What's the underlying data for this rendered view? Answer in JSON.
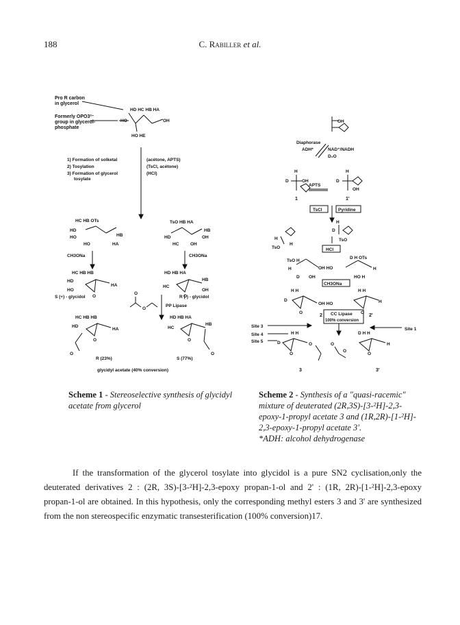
{
  "page_number": "188",
  "running_header": {
    "author": "C. Rabiller",
    "etal": "et al."
  },
  "scheme1": {
    "labels": {
      "pro_r": [
        "Pro R carbon",
        "in glycerol"
      ],
      "formerly": [
        "Formerly OPO3²⁻",
        "group in glycerol-",
        "phosphate"
      ],
      "steps": [
        "1) Formation of solketal",
        "2) Tosylation",
        "3) Formation of glycerol",
        "tosylate"
      ],
      "reagents": [
        "(acétone, APTS)",
        "(TsCl, acétone)",
        "(HCl)"
      ],
      "ch3ona": "CH3ONa",
      "s_glycidol": "S (+) - glycidol",
      "r_glycidol": "R (-) - glycidol",
      "pp_lipase": "PP Lipase",
      "r_pct": "R (23%)",
      "s_pct": "S (77%)",
      "glycidyl_acetate": "glycidyl acetate (40% conversion)"
    },
    "caption_title": "Scheme 1",
    "caption_text": "- Stereoselective synthesis of glycidyl acetate from glycerol"
  },
  "scheme2": {
    "labels": {
      "diaphorase": "Diaphorase",
      "adh": "ADH*",
      "nad": "NAD⁺/NADH",
      "d2o": "D₂O",
      "apts": "APTS",
      "tscl": "TsCl",
      "pyridine": "Pyridine",
      "hcl": "HCl",
      "ch3ona": "CH3ONa",
      "cc_lipase": "CC Lipase",
      "conversion": "100% conversion",
      "site1": "Site 1",
      "site3": "Site 3",
      "site4": "Site 4",
      "site5": "Site 5",
      "n1": "1",
      "n1p": "1'",
      "n2": "2",
      "n2p": "2'",
      "n3": "3",
      "n3p": "3'"
    },
    "caption_title": "Scheme 2",
    "caption_lines": [
      "- Synthesis of a \"quasi-racemic\"",
      "mixture of deuterated (2R,3S)-[3-²H]-2,3-",
      "epoxy-1-propyl acetate 3 and (1R,2R)-[1-²H]-",
      "2,3-epoxy-1-propyl acetate 3'.",
      "*ADH: alcohol dehydrogenase"
    ]
  },
  "paragraph": {
    "line1": "If the transformation of the glycerol tosylate into glycidol is a pure SN2 cyclisation,only the deuterated",
    "line2": "derivatives 2 : (2R, 3S)-[3-²H]-2,3-epoxy propan-1-ol and 2' : (1R, 2R)-[1-²H]-2,3-epoxy propan-1-ol are",
    "line3": "obtained. In this hypothesis, only the corresponding methyl esters 3 and 3' are synthesized from the non",
    "line4": "stereospecific enzymatic transesterification (100% conversion)17."
  }
}
